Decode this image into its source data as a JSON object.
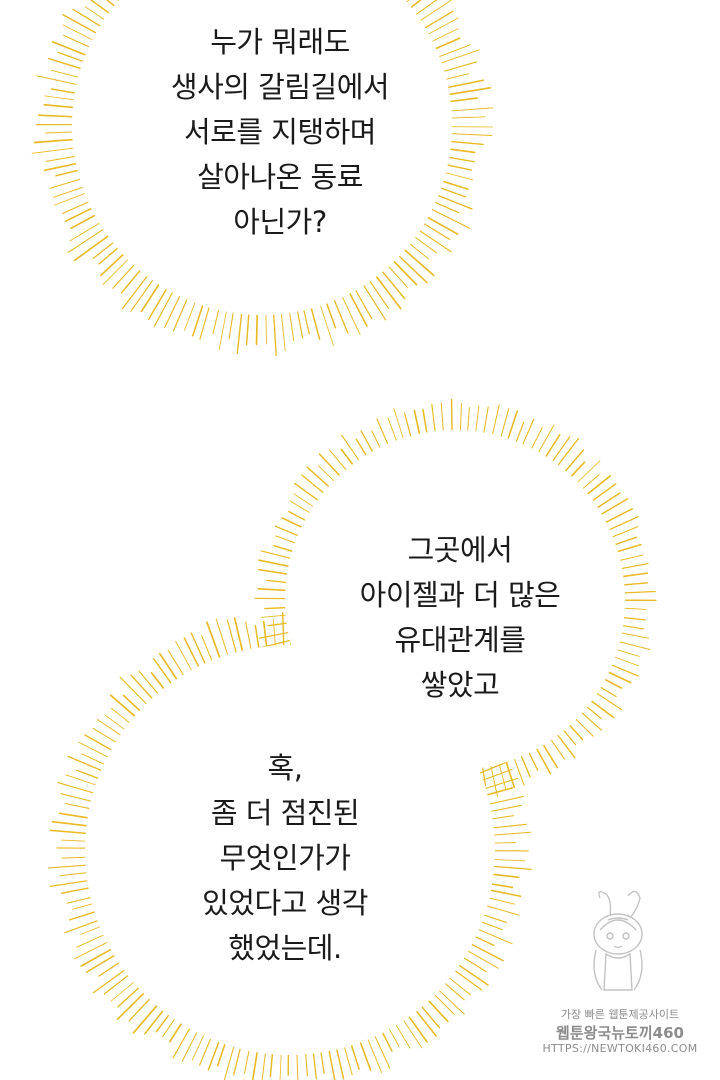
{
  "colors": {
    "burst": "#E8B923",
    "background": "#FFFFFF",
    "text": "#1A1A1A",
    "watermark": "#8C8C8C"
  },
  "bubbles": [
    {
      "lines": [
        "누가 뭐래도",
        "생사의 갈림길에서",
        "서로를 지탱하며",
        "살아나온 동료",
        "아닌가?"
      ]
    },
    {
      "lines": [
        "그곳에서",
        "아이젤과 더 많은",
        "유대관계를",
        "쌓았고"
      ]
    },
    {
      "lines": [
        "혹,",
        "좀 더 점진된",
        "무엇인가가",
        "있었다고 생각",
        "했었는데."
      ]
    }
  ],
  "watermark": {
    "line1": "가장 빠른 웹툰제공사이트",
    "line2": "웹툰왕국뉴토끼460",
    "line3": "HTTPS://NEWTOKI460.COM",
    "icon": "rabbit-mascot-icon"
  }
}
